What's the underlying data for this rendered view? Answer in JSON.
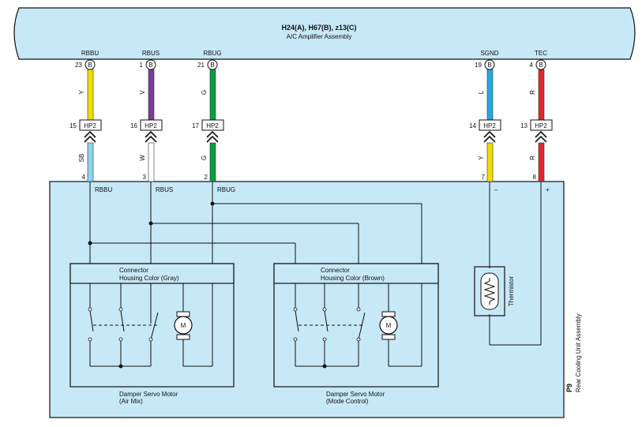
{
  "amplifier": {
    "title": "H24(A), H67(B), z13(C)",
    "name": "A/C Amplifier Assembly"
  },
  "top_pins": [
    {
      "name": "RBBU",
      "num": "23",
      "conn": "B",
      "wire_color": "Y"
    },
    {
      "name": "RBUS",
      "num": "1",
      "conn": "B",
      "wire_color": "V"
    },
    {
      "name": "RBUG",
      "num": "21",
      "conn": "B",
      "wire_color": "G"
    },
    {
      "name": "SGND",
      "num": "19",
      "conn": "B",
      "wire_color": "L"
    },
    {
      "name": "TEC",
      "num": "4",
      "conn": "B",
      "wire_color": "R"
    }
  ],
  "junctions": [
    {
      "num": "15",
      "label": "HP2"
    },
    {
      "num": "16",
      "label": "HP2"
    },
    {
      "num": "17",
      "label": "HP2"
    },
    {
      "num": "14",
      "label": "HP2"
    },
    {
      "num": "13",
      "label": "HP2"
    }
  ],
  "lower_wires": [
    {
      "color": "SB",
      "pin": "4",
      "name": "RBBU"
    },
    {
      "color": "W",
      "pin": "3",
      "name": "RBUS"
    },
    {
      "color": "G",
      "pin": "2",
      "name": "RBUG"
    },
    {
      "color": "Y",
      "pin": "7",
      "name": "–"
    },
    {
      "color": "R",
      "pin": "8",
      "name": "+"
    }
  ],
  "motor_left": {
    "conn_line1": "Connector",
    "conn_line2": "Housing Color (Gray)",
    "motor_label": "M",
    "caption_line1": "Damper Servo Motor",
    "caption_line2": "(Air Mix)"
  },
  "motor_right": {
    "conn_line1": "Connector",
    "conn_line2": "Housing Color (Brown)",
    "motor_label": "M",
    "caption_line1": "Damper Servo Motor",
    "caption_line2": "(Mode Control)"
  },
  "thermistor": {
    "label": "Thermistor"
  },
  "unit": {
    "code": "P9",
    "name": "Rear Cooling Unit Assembly"
  },
  "colors": {
    "panel": "#c7e8f7",
    "wire_Y": "#f5dc00",
    "wire_V": "#7a3b9c",
    "wire_G": "#00a040",
    "wire_L": "#2aa8e0",
    "wire_R": "#e3262b",
    "wire_SB": "#8fd3f1",
    "wire_W": "#ffffff"
  }
}
